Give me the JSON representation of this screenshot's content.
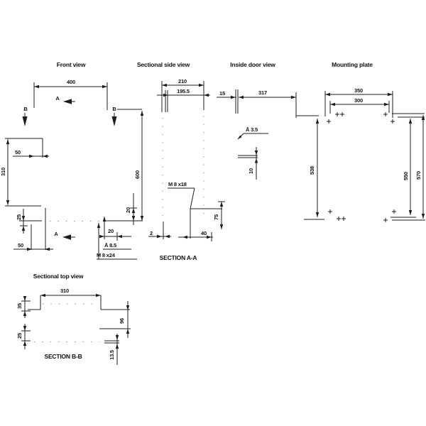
{
  "views": {
    "front": {
      "title": "Front view",
      "mark_a": "A",
      "mark_b": "B",
      "dim_width": "400",
      "dim_height": "600",
      "dim_left_height": "310",
      "dim_left_offset": "50",
      "dim_corner_v": "25",
      "dim_corner_h": "50",
      "dim_hole_v": "20",
      "dim_hole_h": "20",
      "hole_dia": "Ā  8.5",
      "thread": "M 8  x24"
    },
    "side": {
      "title": "Sectional side view",
      "dim_depth": "210",
      "dim_inner_depth": "195.5",
      "thread": "M 8  x18",
      "dim_stud_height": "75",
      "dim_stud_offset": "40",
      "dim_door_gap": "2",
      "section_label": "SECTION A-A"
    },
    "door": {
      "title": "Inside door view",
      "dim_edge": "15",
      "dim_width": "317",
      "dim_height": "538",
      "hole_dia": "Ā  3.5",
      "dim_offset": "10"
    },
    "plate": {
      "title": "Mounting plate",
      "dim_width": "350",
      "dim_hole_spacing": "300",
      "dim_hole_height": "550",
      "dim_height": "570"
    },
    "top": {
      "title": "Sectional top view",
      "dim_width": "310",
      "dim_flange": "35",
      "dim_depth": "96",
      "dim_offset": "25",
      "dim_thickness": "13.5",
      "section_label": "SECTION B-B"
    }
  }
}
